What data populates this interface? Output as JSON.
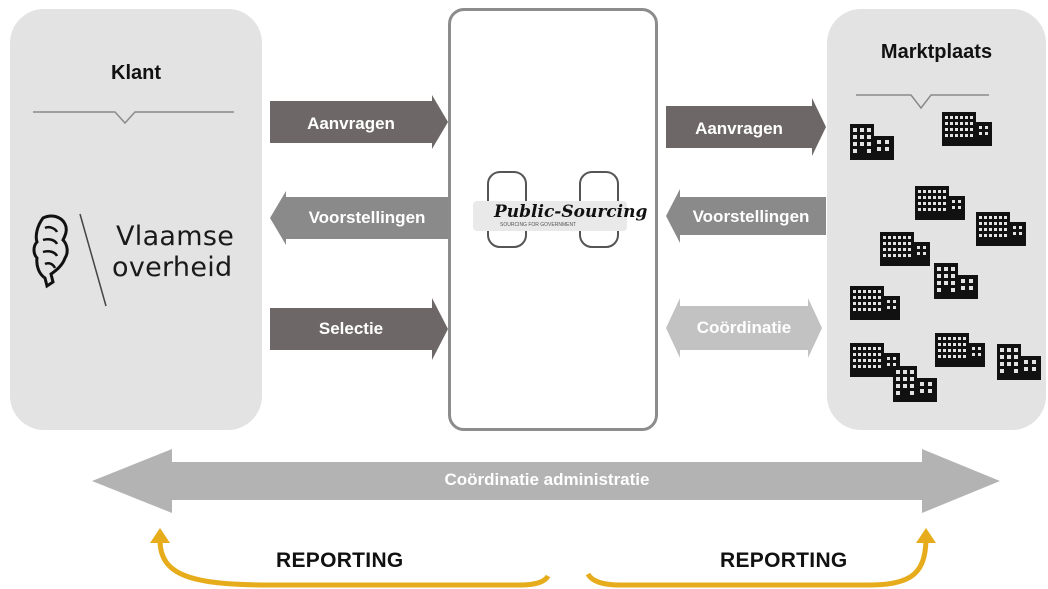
{
  "left_panel": {
    "title": "Klant",
    "logo_line1": "Vlaamse",
    "logo_line2": "overheid"
  },
  "right_panel": {
    "title": "Marktplaats"
  },
  "center": {
    "logo_text": "Public-Sourcing",
    "logo_tagline": "SOURCING FOR GOVERNMENT"
  },
  "left_arrows": {
    "aanvragen": "Aanvragen",
    "voorstellingen": "Voorstellingen",
    "selectie": "Selectie"
  },
  "right_arrows": {
    "aanvragen": "Aanvragen",
    "voorstellingen": "Voorstellingen",
    "coordinatie": "Coördinatie"
  },
  "bottom": {
    "coordinatie_administratie": "Coördinatie administratie",
    "reporting_left": "REPORTING",
    "reporting_right": "REPORTING"
  },
  "colors": {
    "panel_bg": "#e3e3e3",
    "arrow_dark": "#6e6767",
    "arrow_mid": "#8a8a8a",
    "arrow_light": "#c2c2c2",
    "big_arrow": "#b3b3b3",
    "reporting_curve": "#e6ac1c"
  },
  "icons": {
    "logo": "flemish-lion-icon",
    "buildings": "building-icon",
    "public_sourcing": "public-sourcing-swirl-icon"
  }
}
